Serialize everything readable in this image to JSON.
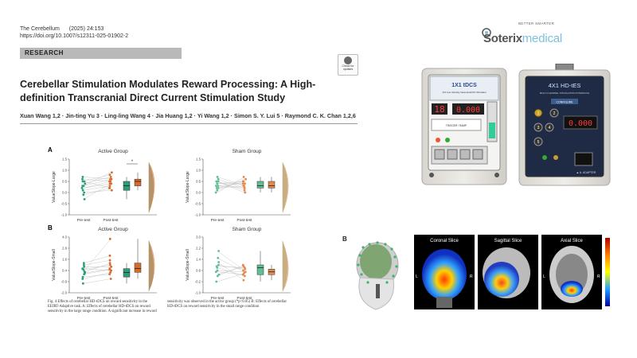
{
  "header": {
    "journal": "The Cerebellum",
    "year_vol": "(2025) 24:153",
    "doi": "https://doi.org/10.1007/s12311-025-01902-2"
  },
  "section_label": "RESEARCH",
  "check_updates": "Check for updates",
  "title_line1": "Cerebellar Stimulation Modulates Reward Processing: A High-",
  "title_line2": "definition Transcranial Direct Current Stimulation Study",
  "authors": "Xuan Wang 1,2 · Jin-ting Yu 3 · Ling-ling Wang 4 · Jia Huang 1,2 · Yi Wang 1,2 · Simon S. Y. Lui 5 · Raymond C. K. Chan 1,2,6",
  "figure": {
    "panel_a": "A",
    "panel_b": "B",
    "active_title": "Active Group",
    "sham_title": "Sham Group",
    "ylabel_large": "ValueSlope-Large",
    "ylabel_small": "ValueSlope-Small",
    "pre": "Pre-test",
    "post": "Post-test",
    "sig": "*",
    "caption_left": "Fig. 4 Effects of cerebellar HD-tDCS on reward sensitivity in the EEfRT-Adaptive task. A: Effects of cerebellar HD-tDCS on reward sensitivity in the large range condition. A significant increase in reward",
    "caption_right": "sensitivity was observed in the active group (*p<0.05) B: Effects of cerebellar HD-tDCS on reward sensitivity in the small range condition"
  },
  "chart_data": [
    {
      "type": "scatter",
      "panel": "A",
      "title": "Active Group",
      "ylabel": "ValueSlope-Large",
      "categories": [
        "Pre-test",
        "Post-test"
      ],
      "ylim": [
        -1.0,
        1.5
      ],
      "series": [
        {
          "values": [
            -0.1,
            0.2,
            0.3,
            0.5,
            0.6,
            0.1,
            0.0,
            0.4,
            0.3,
            0.2,
            -0.3,
            0.5,
            0.7
          ]
        },
        {
          "values": [
            0.2,
            0.4,
            0.6,
            0.8,
            0.5,
            0.3,
            0.1,
            0.7,
            0.9,
            0.5,
            0.4,
            0.2,
            0.6
          ]
        }
      ]
    },
    {
      "type": "scatter",
      "panel": "A",
      "title": "Sham Group",
      "ylabel": "ValueSlope-Large",
      "categories": [
        "Pre-test",
        "Post-test"
      ],
      "ylim": [
        -1.0,
        1.5
      ],
      "series": [
        {
          "values": [
            0.2,
            0.4,
            0.6,
            0.3,
            0.1,
            0.5,
            0.7,
            0.0,
            0.3,
            0.4,
            0.2,
            0.5
          ]
        },
        {
          "values": [
            0.3,
            0.5,
            0.2,
            0.4,
            0.6,
            0.1,
            0.3,
            0.7,
            0.2,
            0.4,
            0.5,
            0.0
          ]
        }
      ]
    },
    {
      "type": "scatter",
      "panel": "B",
      "title": "Active Group",
      "ylabel": "ValueSlope-Small",
      "categories": [
        "Pre-test",
        "Post-test"
      ],
      "ylim": [
        -2,
        4
      ],
      "series": [
        {
          "values": [
            0.0,
            0.5,
            1.0,
            -0.5,
            0.3,
            0.8,
            -1.0,
            0.2,
            0.6,
            1.2,
            0.1,
            -0.3
          ]
        },
        {
          "values": [
            0.5,
            1.0,
            1.5,
            0.2,
            3.8,
            0.8,
            -0.5,
            1.2,
            0.4,
            2.0,
            0.6,
            0.0
          ]
        }
      ]
    },
    {
      "type": "scatter",
      "panel": "B",
      "title": "Sham Group",
      "ylabel": "ValueSlope-Small",
      "categories": [
        "Pre-test",
        "Post-test"
      ],
      "ylim": [
        -1,
        3
      ],
      "series": [
        {
          "values": [
            0.5,
            1.0,
            1.5,
            0.2,
            0.8,
            2.0,
            0.3,
            -0.2,
            1.2,
            0.6,
            0.9
          ]
        },
        {
          "values": [
            0.3,
            0.7,
            0.5,
            1.0,
            0.2,
            0.6,
            0.9,
            0.4,
            -0.1,
            0.5,
            0.8
          ]
        }
      ]
    }
  ],
  "logo": {
    "word1": "Soterix",
    "word2": "medical",
    "tagline": "BETTER SMARTER"
  },
  "device1": {
    "title": "1X1 tDCS",
    "subtitle": "1X1 Low Intensity transcranial DC Stimulator",
    "lcd1": "18",
    "lcd2": "0.000",
    "button_label": "TRIGGER / RAMP"
  },
  "device2": {
    "title": "4X1 HD-tES",
    "subtitle": "MULTI-CHANNEL STIMULATION INTERFACE",
    "tab": "CONFIGURE",
    "lcd": "0.000",
    "keys": [
      "1",
      "2",
      "3",
      "4",
      "5"
    ],
    "footer": "▲ A. ADAPTER"
  },
  "panel_b_label": "B",
  "slices": {
    "coronal": "Coronal Slice",
    "sagittal": "Sagittal Slice",
    "axial": "Axial Slice",
    "l1": "L",
    "r1": "R",
    "l2": "L",
    "r2": "R"
  },
  "colors": {
    "green": "#2a9d78",
    "orange": "#d86a2a",
    "sham_green": "#5fbf94",
    "sham_orange": "#e38a4f"
  }
}
